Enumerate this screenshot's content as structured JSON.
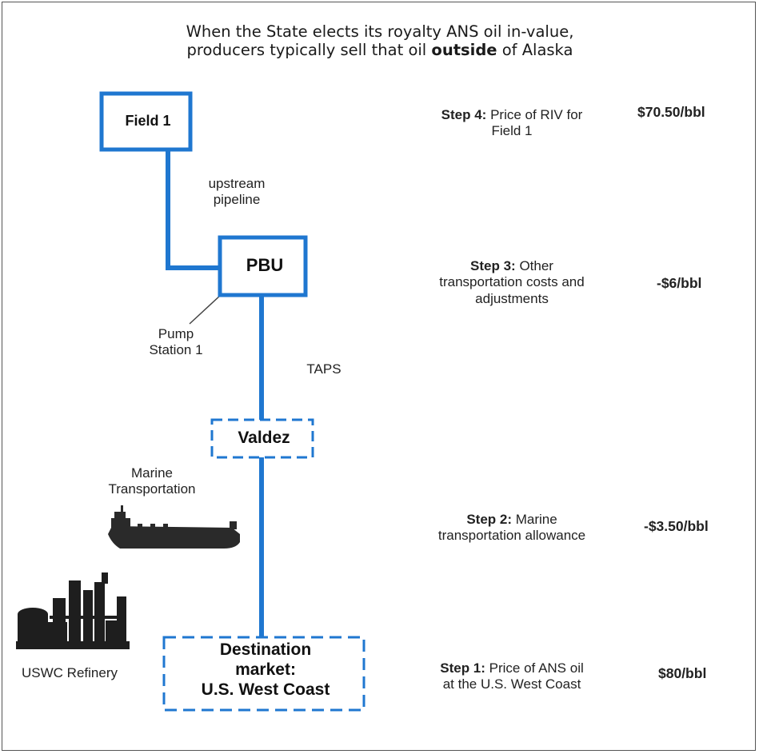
{
  "title": {
    "part1": "When the State elects its royalty ANS oil in-value,",
    "part2": "producers typically sell that oil ",
    "emphasis": "outside",
    "part3": " of Alaska"
  },
  "nodes": {
    "field1": "Field 1",
    "pbu": "PBU",
    "valdez": "Valdez",
    "destination_line1": "Destination",
    "destination_line2": "market:",
    "destination_line3": "U.S. West Coast"
  },
  "labels": {
    "upstream_line1": "upstream",
    "upstream_line2": "pipeline",
    "pump_line1": "Pump",
    "pump_line2": "Station 1",
    "taps": "TAPS",
    "marine_line1": "Marine",
    "marine_line2": "Transportation",
    "refinery": "USWC Refinery"
  },
  "steps": [
    {
      "key": "Step 4:",
      "text1": " Price of RIV for",
      "text2": "Field 1",
      "value": "$70.50/bbl"
    },
    {
      "key": "Step 3:",
      "text1": " Other",
      "text2": "transportation costs and",
      "text3": "adjustments",
      "value": "-$6/bbl"
    },
    {
      "key": "Step 2:",
      "text1": " Marine",
      "text2": "transportation allowance",
      "value": "-$3.50/bbl"
    },
    {
      "key": "Step 1:",
      "text1": " Price of ANS oil",
      "text2": "at the U.S. West Coast",
      "value": "$80/bbl"
    }
  ],
  "colors": {
    "pipeline": "#1f77d0",
    "icons": "#222222"
  },
  "icons": [
    "ship-icon",
    "refinery-icon"
  ]
}
